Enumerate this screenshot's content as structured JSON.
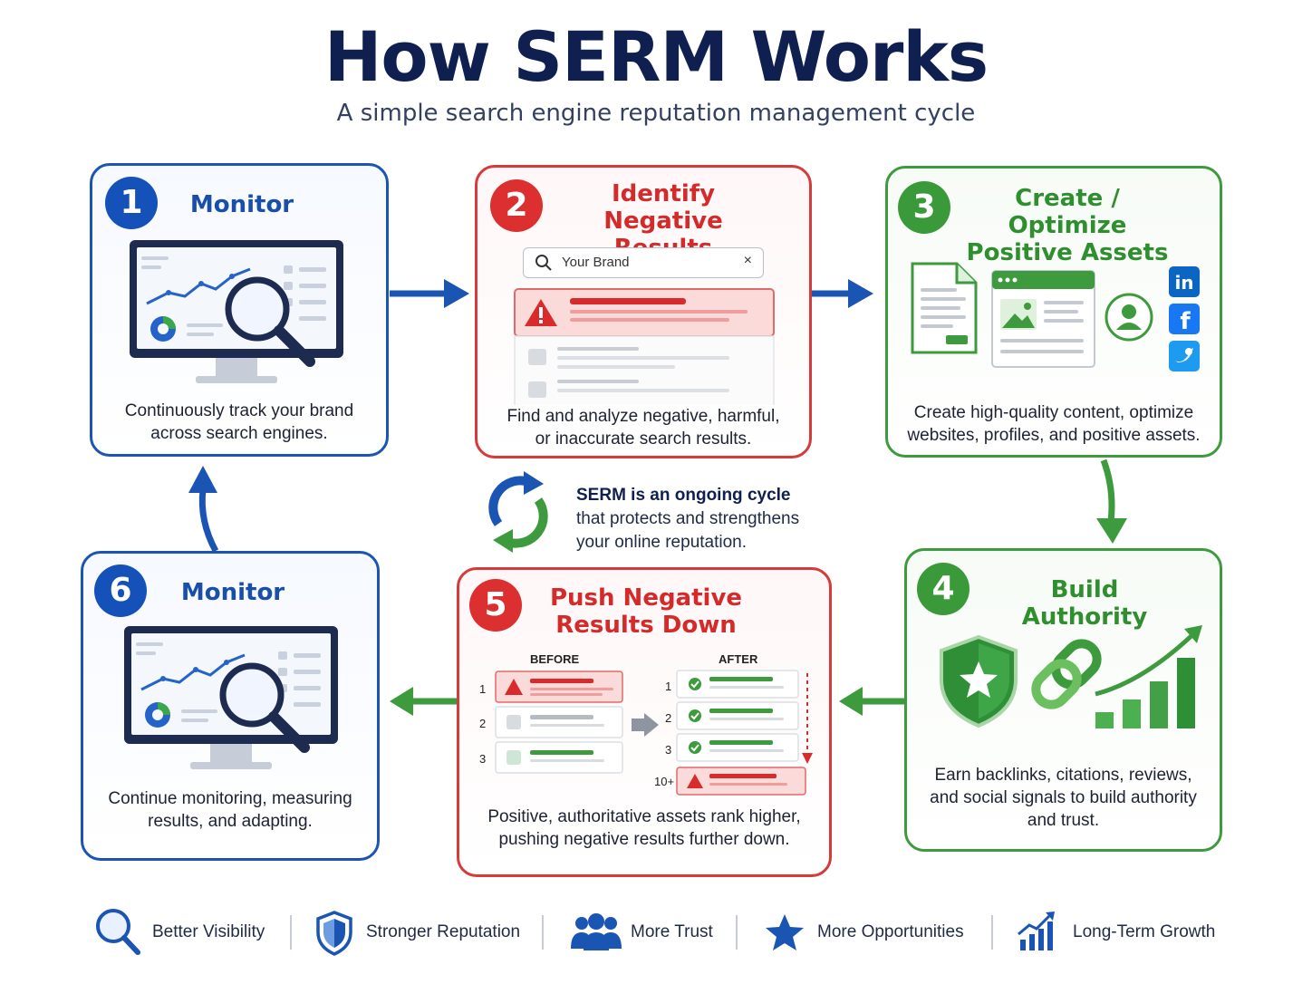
{
  "header": {
    "title": "How SERM Works",
    "subtitle": "A simple search engine reputation management cycle"
  },
  "steps": [
    {
      "number": "1",
      "title": "Monitor",
      "desc": [
        "Continuously track your brand",
        "across search engines."
      ]
    },
    {
      "number": "2",
      "title": [
        "Identify",
        "Negative Results"
      ],
      "desc": [
        "Find and analyze negative, harmful,",
        "or inaccurate search results."
      ],
      "search_text": "Your Brand"
    },
    {
      "number": "3",
      "title": [
        "Create / Optimize",
        "Positive Assets"
      ],
      "desc": [
        "Create high-quality content, optimize",
        "websites, profiles, and positive assets."
      ]
    },
    {
      "number": "4",
      "title": "Build Authority",
      "desc": [
        "Earn backlinks, citations, reviews,",
        "and social signals to build authority",
        "and trust."
      ]
    },
    {
      "number": "5",
      "title": [
        "Push Negative",
        "Results Down"
      ],
      "desc": [
        "Positive, authoritative assets rank higher,",
        "pushing negative results further down."
      ],
      "before_label": "BEFORE",
      "after_label": "AFTER",
      "before_ranks": [
        "1",
        "2",
        "3"
      ],
      "after_ranks": [
        "1",
        "2",
        "3",
        "10+"
      ]
    },
    {
      "number": "6",
      "title": "Monitor",
      "desc": [
        "Continue monitoring, measuring",
        "results, and adapting."
      ]
    }
  ],
  "cycle_note": {
    "bold": "SERM is an ongoing cycle",
    "lines": [
      "that protects and strengthens",
      "your online reputation."
    ]
  },
  "benefits": [
    {
      "label": "Better Visibility",
      "icon": "magnifier-icon"
    },
    {
      "label": "Stronger Reputation",
      "icon": "shield-icon"
    },
    {
      "label": "More Trust",
      "icon": "people-icon"
    },
    {
      "label": "More Opportunities",
      "icon": "star-icon"
    },
    {
      "label": "Long-Term Growth",
      "icon": "growth-chart-icon"
    }
  ],
  "colors": {
    "blue": "#1a55b3",
    "red": "#d63a3a",
    "green": "#3d9a3d",
    "navy": "#0f1f4f"
  }
}
